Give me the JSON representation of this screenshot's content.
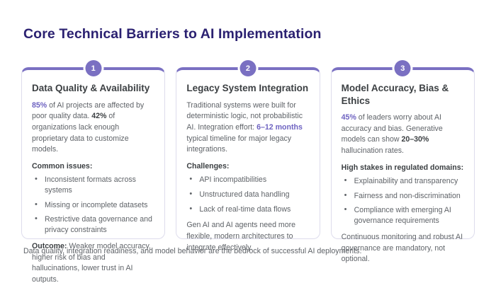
{
  "page": {
    "title": "Core Technical Barriers to AI Implementation",
    "footer": "Data quality, integration readiness, and model behavior are the bedrock of successful AI deployments."
  },
  "colors": {
    "accent_purple": "#7a70c2",
    "accent_text": "#6e63c1",
    "title_indigo": "#2b2171",
    "heading_gray": "#3c4043",
    "body_gray": "#5f6368",
    "card_border": "#dddcec"
  },
  "cards": [
    {
      "number": "1",
      "title": "Data Quality & Availability",
      "intro": [
        {
          "text": "85%",
          "style": "accent"
        },
        {
          "text": " of AI projects are affected by poor quality data. ",
          "style": "normal"
        },
        {
          "text": "42%",
          "style": "bold"
        },
        {
          "text": " of organizations lack enough proprietary data to customize models.",
          "style": "normal"
        }
      ],
      "section_label": "Common issues:",
      "bullets": [
        "Inconsistent formats across systems",
        "Missing or incomplete datasets",
        "Restrictive data governance and privacy constraints"
      ],
      "outro": [
        {
          "text": "Outcome:",
          "style": "bold"
        },
        {
          "text": " Weaker model accuracy, higher risk of bias and hallucinations, lower trust in AI outputs.",
          "style": "normal"
        }
      ]
    },
    {
      "number": "2",
      "title": "Legacy System Integration",
      "intro": [
        {
          "text": "Traditional systems were built for deterministic logic, not probabilistic AI. Integration effort: ",
          "style": "normal"
        },
        {
          "text": "6–12 months",
          "style": "accent"
        },
        {
          "text": " typical timeline for major legacy integrations.",
          "style": "normal"
        }
      ],
      "section_label": "Challenges:",
      "bullets": [
        "API incompatibilities",
        "Unstructured data handling",
        "Lack of real-time data flows"
      ],
      "outro": [
        {
          "text": "Gen AI and AI agents need more flexible, modern architectures to integrate effectively.",
          "style": "normal"
        }
      ]
    },
    {
      "number": "3",
      "title": "Model Accuracy, Bias & Ethics",
      "intro": [
        {
          "text": "45%",
          "style": "accent"
        },
        {
          "text": " of leaders worry about AI accuracy and bias. Generative models can show ",
          "style": "normal"
        },
        {
          "text": "20–30%",
          "style": "bold"
        },
        {
          "text": " hallucination rates.",
          "style": "normal"
        }
      ],
      "section_label": "High stakes in regulated domains:",
      "bullets": [
        "Explainability and transparency",
        "Fairness and non-discrimination",
        "Compliance with emerging AI governance requirements"
      ],
      "outro": [
        {
          "text": "Continuous monitoring and robust AI governance are mandatory, not optional.",
          "style": "normal"
        }
      ]
    }
  ]
}
